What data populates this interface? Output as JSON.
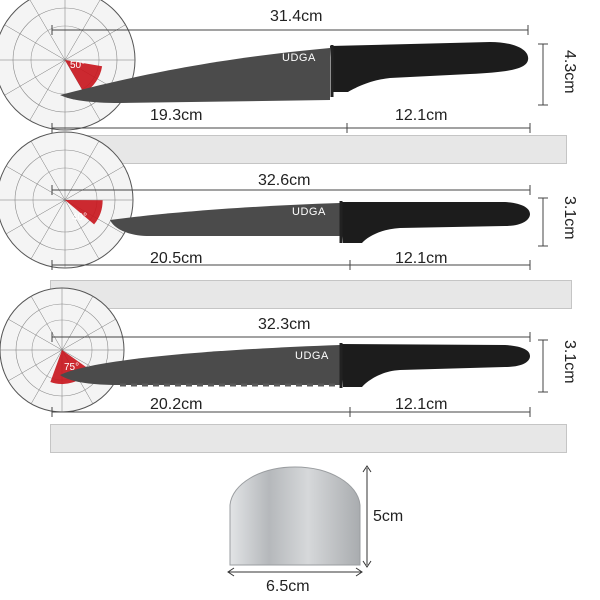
{
  "knives": [
    {
      "total_length": "31.4cm",
      "blade_length": "19.3cm",
      "handle_length": "12.1cm",
      "blade_height": "4.3cm",
      "angle": "50°",
      "brand": "UDGA"
    },
    {
      "total_length": "32.6cm",
      "blade_length": "20.5cm",
      "handle_length": "12.1cm",
      "blade_height": "3.1cm",
      "angle": "40°",
      "brand": "UDGA"
    },
    {
      "total_length": "32.3cm",
      "blade_length": "20.2cm",
      "handle_length": "12.1cm",
      "blade_height": "3.1cm",
      "angle": "75°",
      "brand": "UDGA"
    }
  ],
  "finger_guard": {
    "height": "5cm",
    "width": "6.5cm"
  },
  "colors": {
    "blade": "#4b4b4b",
    "handle": "#1c1c1c",
    "ruler": "#e7e7e7",
    "ruler_red": "#e32020",
    "protractor_red": "#c8131b",
    "guard": "#c9cccf"
  }
}
